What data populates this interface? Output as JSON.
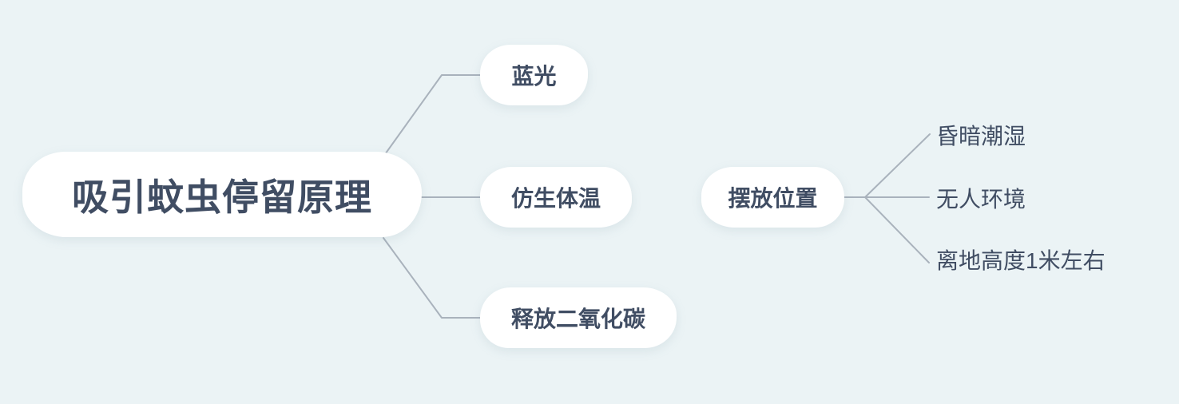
{
  "canvas": {
    "background": "#ebf3f5"
  },
  "colors": {
    "node_fill": "#ffffff",
    "node_text": "#404d63",
    "connector": "#a9b2bc"
  },
  "mindmap": {
    "root": {
      "label": "吸引蚊虫停留原理"
    },
    "branches": [
      {
        "label": "蓝光"
      },
      {
        "label": "仿生体温"
      },
      {
        "label": "释放二氧化碳"
      }
    ],
    "topic": {
      "label": "摆放位置",
      "children": [
        {
          "label": "昏暗潮湿"
        },
        {
          "label": "无人环境"
        },
        {
          "label": "离地高度1米左右"
        }
      ]
    }
  }
}
